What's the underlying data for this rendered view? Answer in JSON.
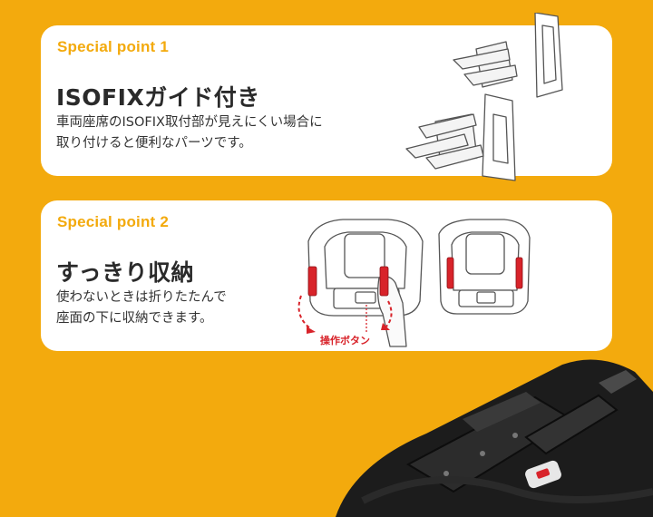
{
  "point1": {
    "tag": "Special point 1",
    "title": "ISOFIXガイド付き",
    "desc_lines": [
      "車両座席のISOFIX取付部が見えにくい場合に",
      "取り付けると便利なパーツです。"
    ]
  },
  "point2": {
    "tag": "Special point 2",
    "title": "すっきり収納",
    "desc_lines": [
      "使わないときは折りたたんで",
      "座面の下に収納できます。"
    ],
    "callout": "操作ボタン"
  },
  "colors": {
    "background": "#f3aa0d",
    "accent": "#f3aa0d",
    "card": "#ffffff",
    "highlight_red": "#d8232a"
  }
}
